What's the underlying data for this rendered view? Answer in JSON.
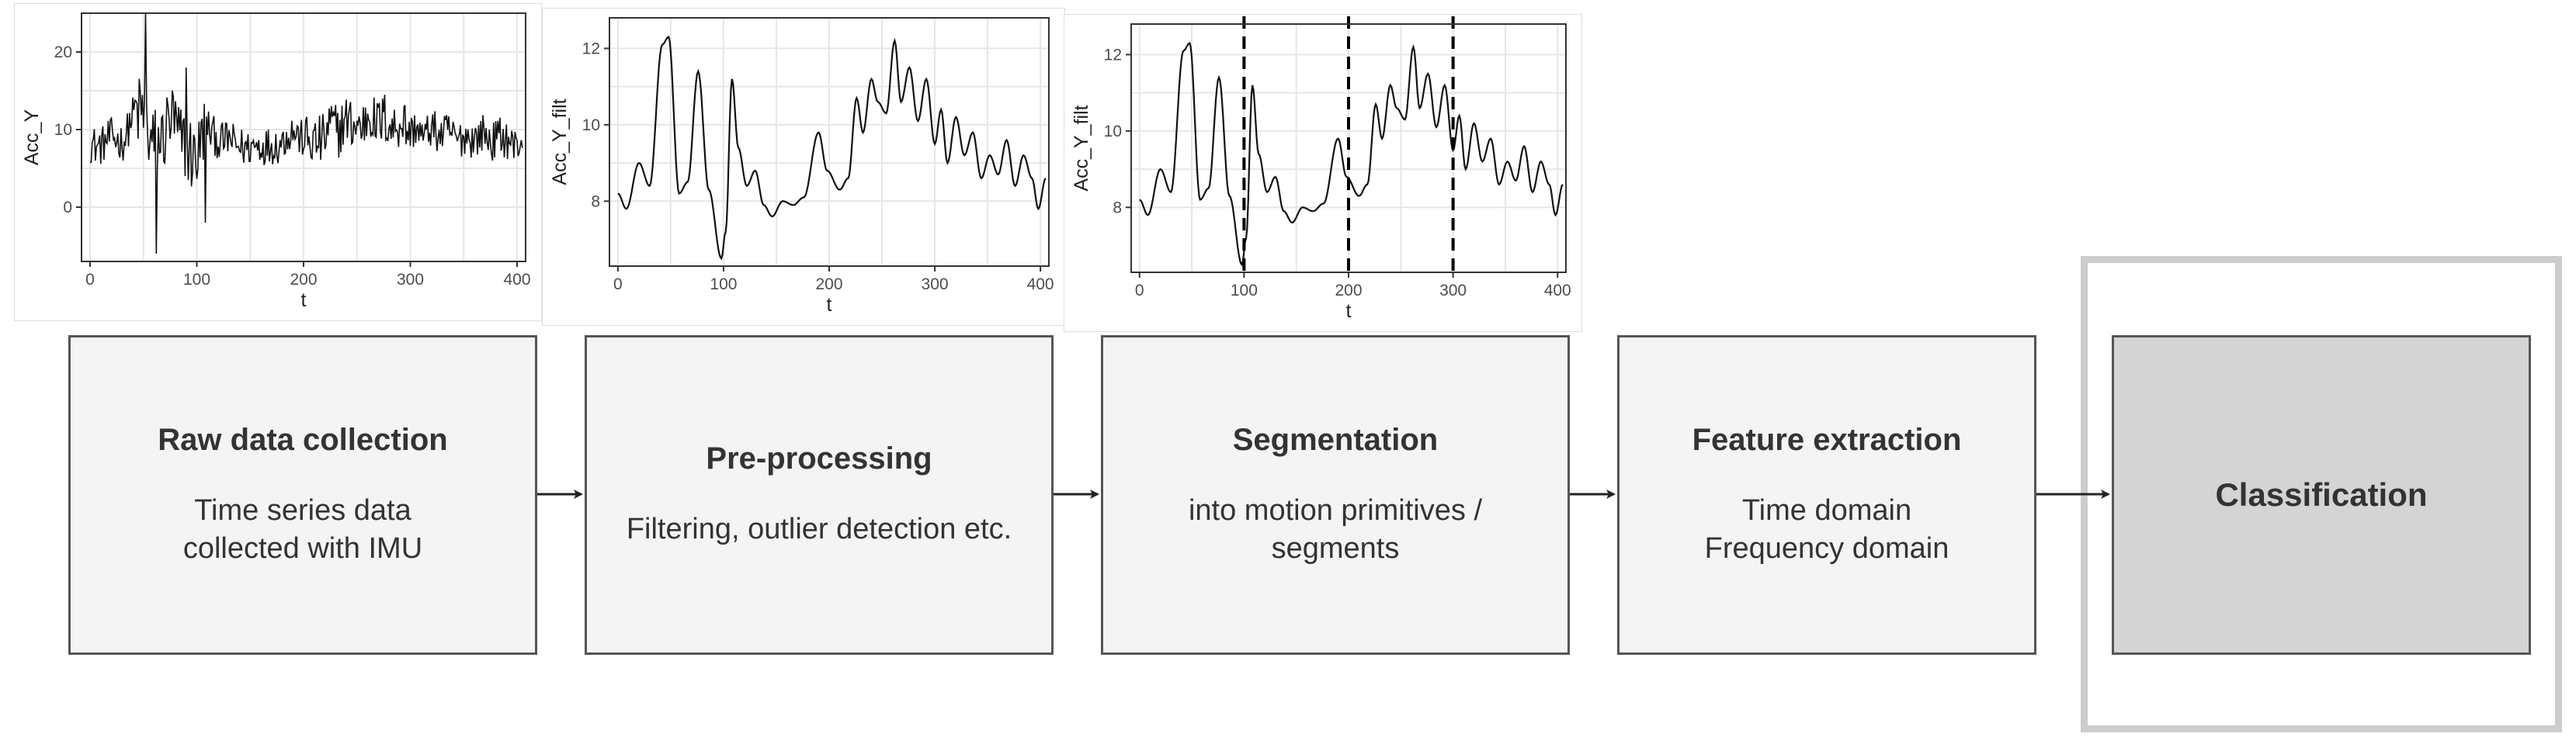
{
  "plots": [
    {
      "id": "raw",
      "type": "line",
      "ylabel": "Acc_Y",
      "xlabel": "t",
      "xlim": [
        -8,
        408
      ],
      "ylim": [
        -7,
        25
      ],
      "xticks": [
        0,
        100,
        200,
        300,
        400
      ],
      "yticks": [
        0,
        10,
        20
      ],
      "kind": "raw",
      "segment_lines": []
    },
    {
      "id": "filtered",
      "type": "line",
      "ylabel": "Acc_Y_filt",
      "xlabel": "t",
      "xlim": [
        -8,
        408
      ],
      "ylim": [
        6.3,
        12.8
      ],
      "xticks": [
        0,
        100,
        200,
        300,
        400
      ],
      "yticks": [
        8,
        10,
        12
      ],
      "kind": "smooth",
      "segment_lines": []
    },
    {
      "id": "segmented",
      "type": "line",
      "ylabel": "Acc_Y_filt",
      "xlabel": "t",
      "xlim": [
        -8,
        408
      ],
      "ylim": [
        6.3,
        12.8
      ],
      "xticks": [
        0,
        100,
        200,
        300,
        400
      ],
      "yticks": [
        8,
        10,
        12
      ],
      "kind": "smooth",
      "segment_lines": [
        100,
        200,
        300
      ]
    }
  ],
  "steps": [
    {
      "title": "Raw data collection",
      "desc": [
        "Time series data",
        "collected with IMU"
      ]
    },
    {
      "title": "Pre-processing",
      "desc": [
        "Filtering, outlier detection etc."
      ]
    },
    {
      "title": "Segmentation",
      "desc": [
        "into motion primitives /",
        "segments"
      ]
    },
    {
      "title": "Feature extraction",
      "desc": [
        "Time domain",
        "Frequency domain"
      ]
    }
  ],
  "final_step": {
    "title": "Classification"
  },
  "colors": {
    "box_fill": "#f4f4f4",
    "box_border": "#555555",
    "final_fill": "#d4d4d4",
    "outer_border": "#cccccc",
    "line": "#111111",
    "grid": "#e6e6e6",
    "axis_text": "#4d4d4d"
  }
}
